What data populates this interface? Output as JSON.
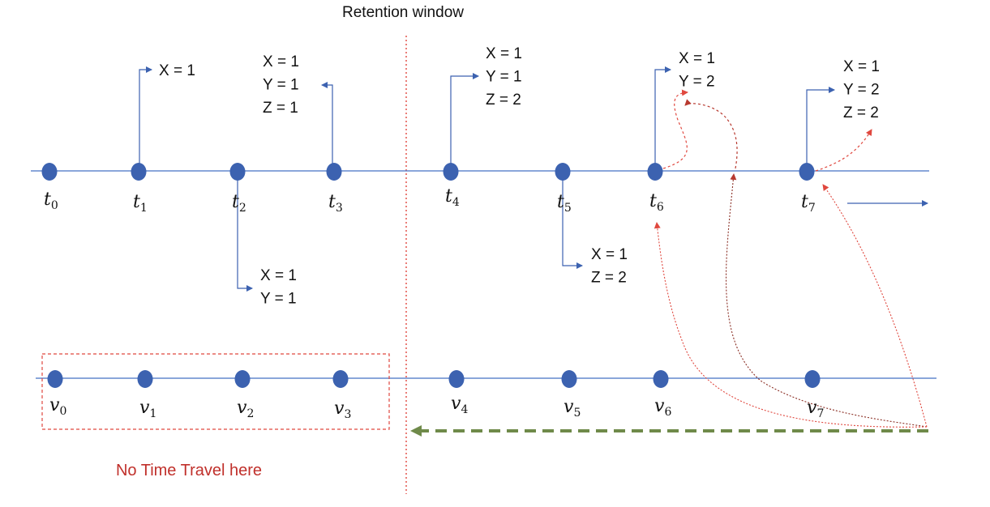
{
  "title": "Retention window",
  "no_time_travel": "No Time Travel here",
  "colors": {
    "axis": "#4472c4",
    "dot": "#3c62b0",
    "red_dashed": "#e0483f",
    "green_dashed": "#6f8a4a",
    "red_text": "#c0302b"
  },
  "timestamps": [
    {
      "base": "t",
      "sub": "0"
    },
    {
      "base": "t",
      "sub": "1"
    },
    {
      "base": "t",
      "sub": "2"
    },
    {
      "base": "t",
      "sub": "3"
    },
    {
      "base": "t",
      "sub": "4"
    },
    {
      "base": "t",
      "sub": "5"
    },
    {
      "base": "t",
      "sub": "6"
    },
    {
      "base": "t",
      "sub": "7"
    }
  ],
  "versions": [
    {
      "base": "v",
      "sub": "0"
    },
    {
      "base": "v",
      "sub": "1"
    },
    {
      "base": "v",
      "sub": "2"
    },
    {
      "base": "v",
      "sub": "3"
    },
    {
      "base": "v",
      "sub": "4"
    },
    {
      "base": "v",
      "sub": "5"
    },
    {
      "base": "v",
      "sub": "6"
    },
    {
      "base": "v",
      "sub": "7"
    }
  ],
  "states": [
    {
      "at": "t1",
      "lines": [
        "X = 1"
      ]
    },
    {
      "at": "t2",
      "lines": [
        "X = 1",
        "Y = 1"
      ]
    },
    {
      "at": "t3",
      "lines": [
        "X = 1",
        "Y = 1",
        "Z = 1"
      ]
    },
    {
      "at": "t4",
      "lines": [
        "X = 1",
        "Y = 1",
        "Z = 2"
      ]
    },
    {
      "at": "t5",
      "lines": [
        "X = 1",
        "Z = 2"
      ]
    },
    {
      "at": "t6",
      "lines": [
        "X = 1",
        "Y = 2"
      ]
    },
    {
      "at": "t7",
      "lines": [
        "X = 1",
        "Y = 2",
        "Z = 2"
      ]
    }
  ]
}
